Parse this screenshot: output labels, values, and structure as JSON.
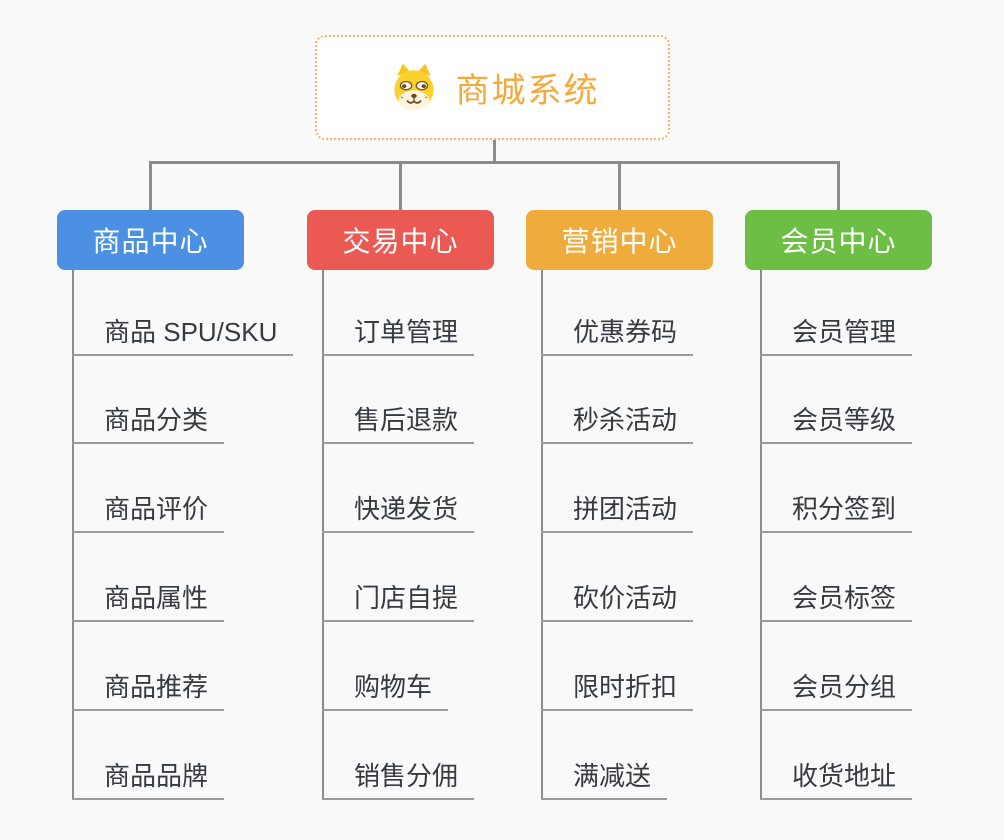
{
  "root": {
    "title": "商城系统",
    "icon": "shiba-dog-icon",
    "title_color": "#F5A93C",
    "border_color": "#F3B565",
    "background": "#FFFFFF"
  },
  "canvas": {
    "background_color": "#F9F9F9",
    "connector_color": "#8C8C8C",
    "underline_color": "#9B9B9B",
    "item_text_color": "#363A41"
  },
  "branches": [
    {
      "label": "商品中心",
      "color": "#4B90E2",
      "items": [
        "商品 SPU/SKU",
        "商品分类",
        "商品评价",
        "商品属性",
        "商品推荐",
        "商品品牌"
      ]
    },
    {
      "label": "交易中心",
      "color": "#EB5A52",
      "items": [
        "订单管理",
        "售后退款",
        "快递发货",
        "门店自提",
        "购物车",
        "销售分佣"
      ]
    },
    {
      "label": "营销中心",
      "color": "#EFAC3C",
      "items": [
        "优惠券码",
        "秒杀活动",
        "拼团活动",
        "砍价活动",
        "限时折扣",
        "满减送"
      ]
    },
    {
      "label": "会员中心",
      "color": "#6DBE44",
      "items": [
        "会员管理",
        "会员等级",
        "积分签到",
        "会员标签",
        "会员分组",
        "收货地址"
      ]
    }
  ]
}
